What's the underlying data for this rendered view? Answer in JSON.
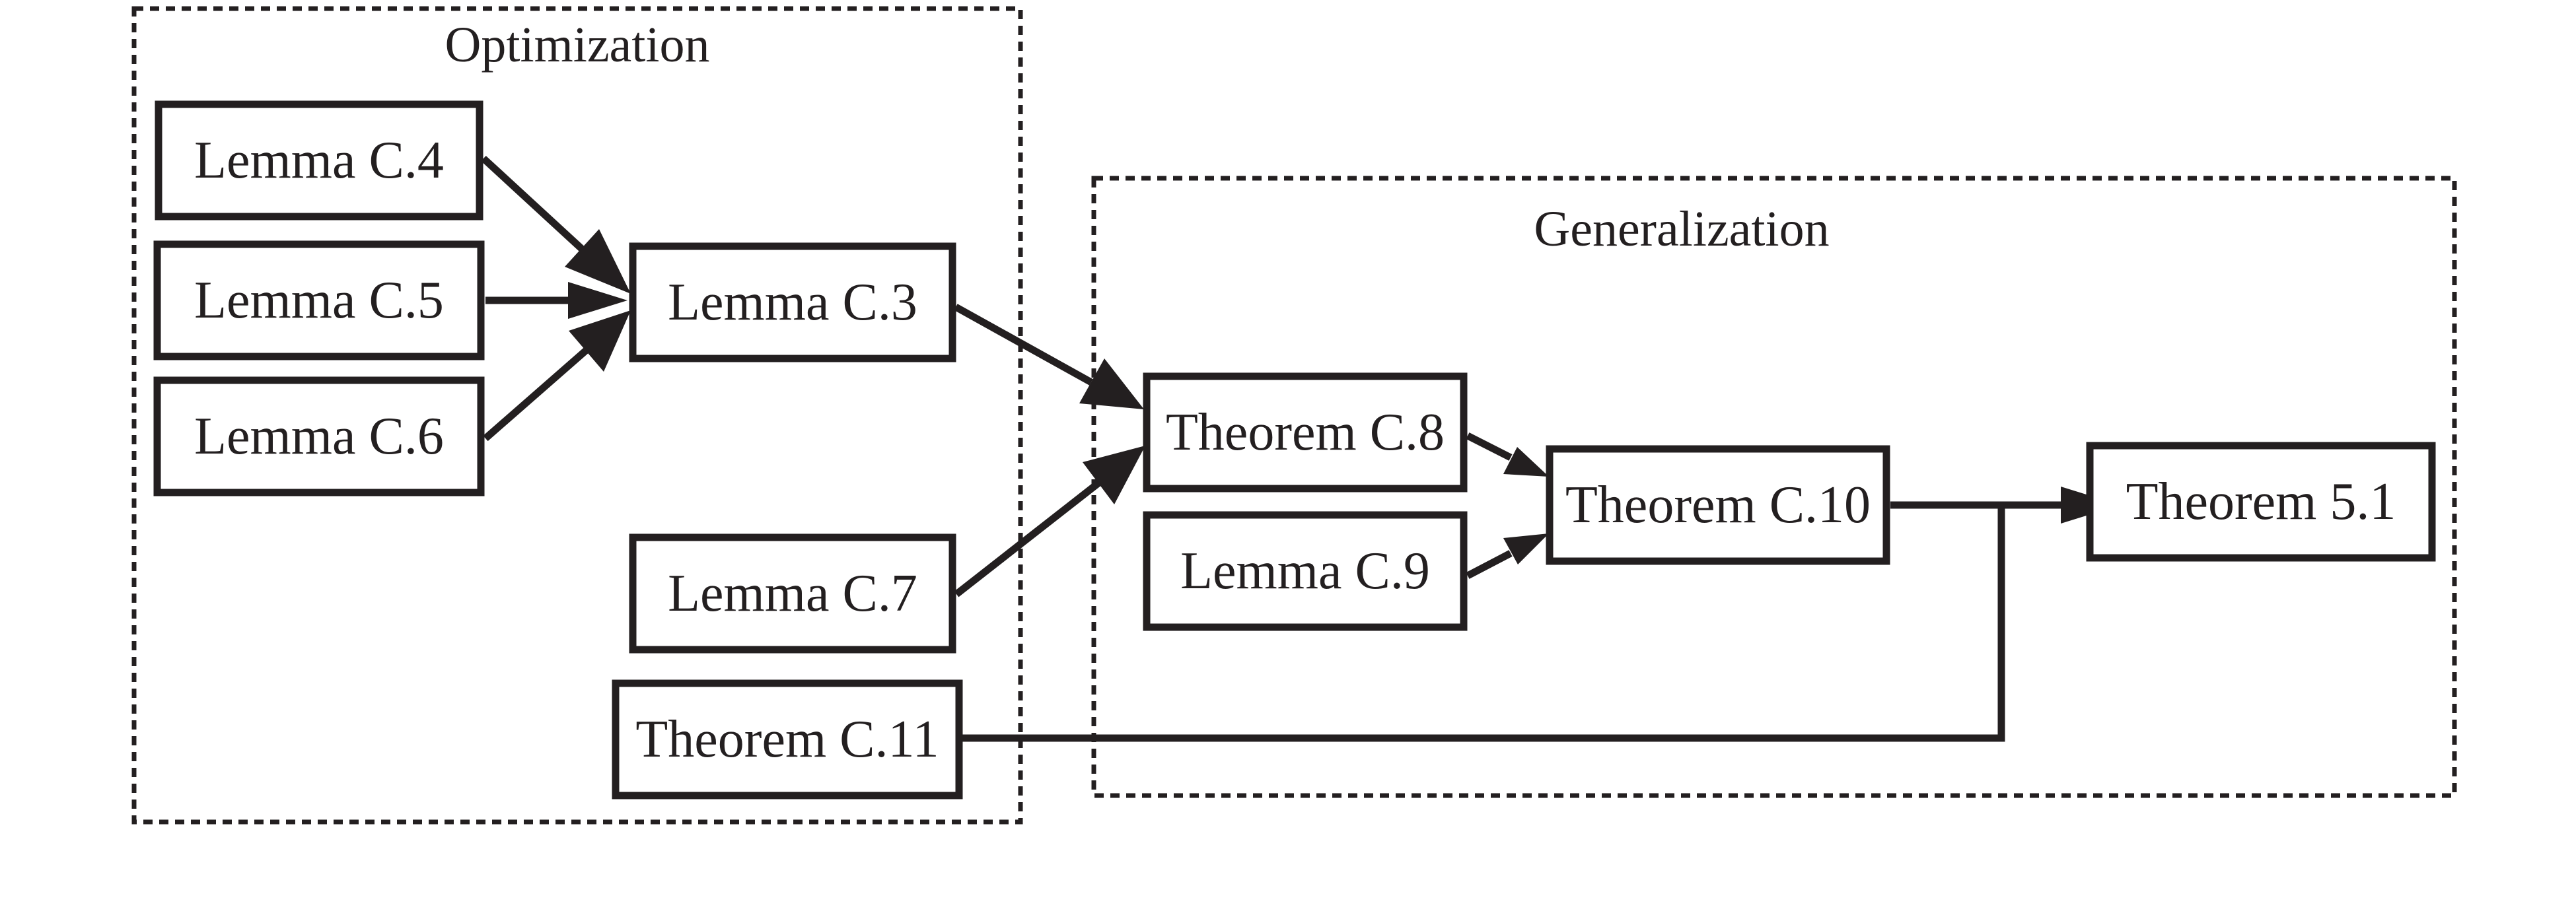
{
  "groups": {
    "optimization": {
      "title": "Optimization"
    },
    "generalization": {
      "title": "Generalization"
    }
  },
  "nodes": {
    "lemma_c4": "Lemma C.4",
    "lemma_c5": "Lemma C.5",
    "lemma_c6": "Lemma C.6",
    "lemma_c3": "Lemma C.3",
    "lemma_c7": "Lemma C.7",
    "theorem_c11": "Theorem C.11",
    "theorem_c8": "Theorem C.8",
    "lemma_c9": "Lemma C.9",
    "theorem_c10": "Theorem C.10",
    "theorem_5_1": "Theorem 5.1"
  },
  "edges": [
    {
      "from": "Lemma C.4",
      "to": "Lemma C.3"
    },
    {
      "from": "Lemma C.5",
      "to": "Lemma C.3"
    },
    {
      "from": "Lemma C.6",
      "to": "Lemma C.3"
    },
    {
      "from": "Lemma C.3",
      "to": "Theorem C.8"
    },
    {
      "from": "Lemma C.7",
      "to": "Theorem C.8"
    },
    {
      "from": "Theorem C.8",
      "to": "Theorem C.10"
    },
    {
      "from": "Lemma C.9",
      "to": "Theorem C.10"
    },
    {
      "from": "Theorem C.10",
      "to": "Theorem 5.1"
    },
    {
      "from": "Theorem C.11",
      "to": "Theorem 5.1"
    }
  ],
  "colors": {
    "ink": "#231f20",
    "background": "#ffffff"
  }
}
